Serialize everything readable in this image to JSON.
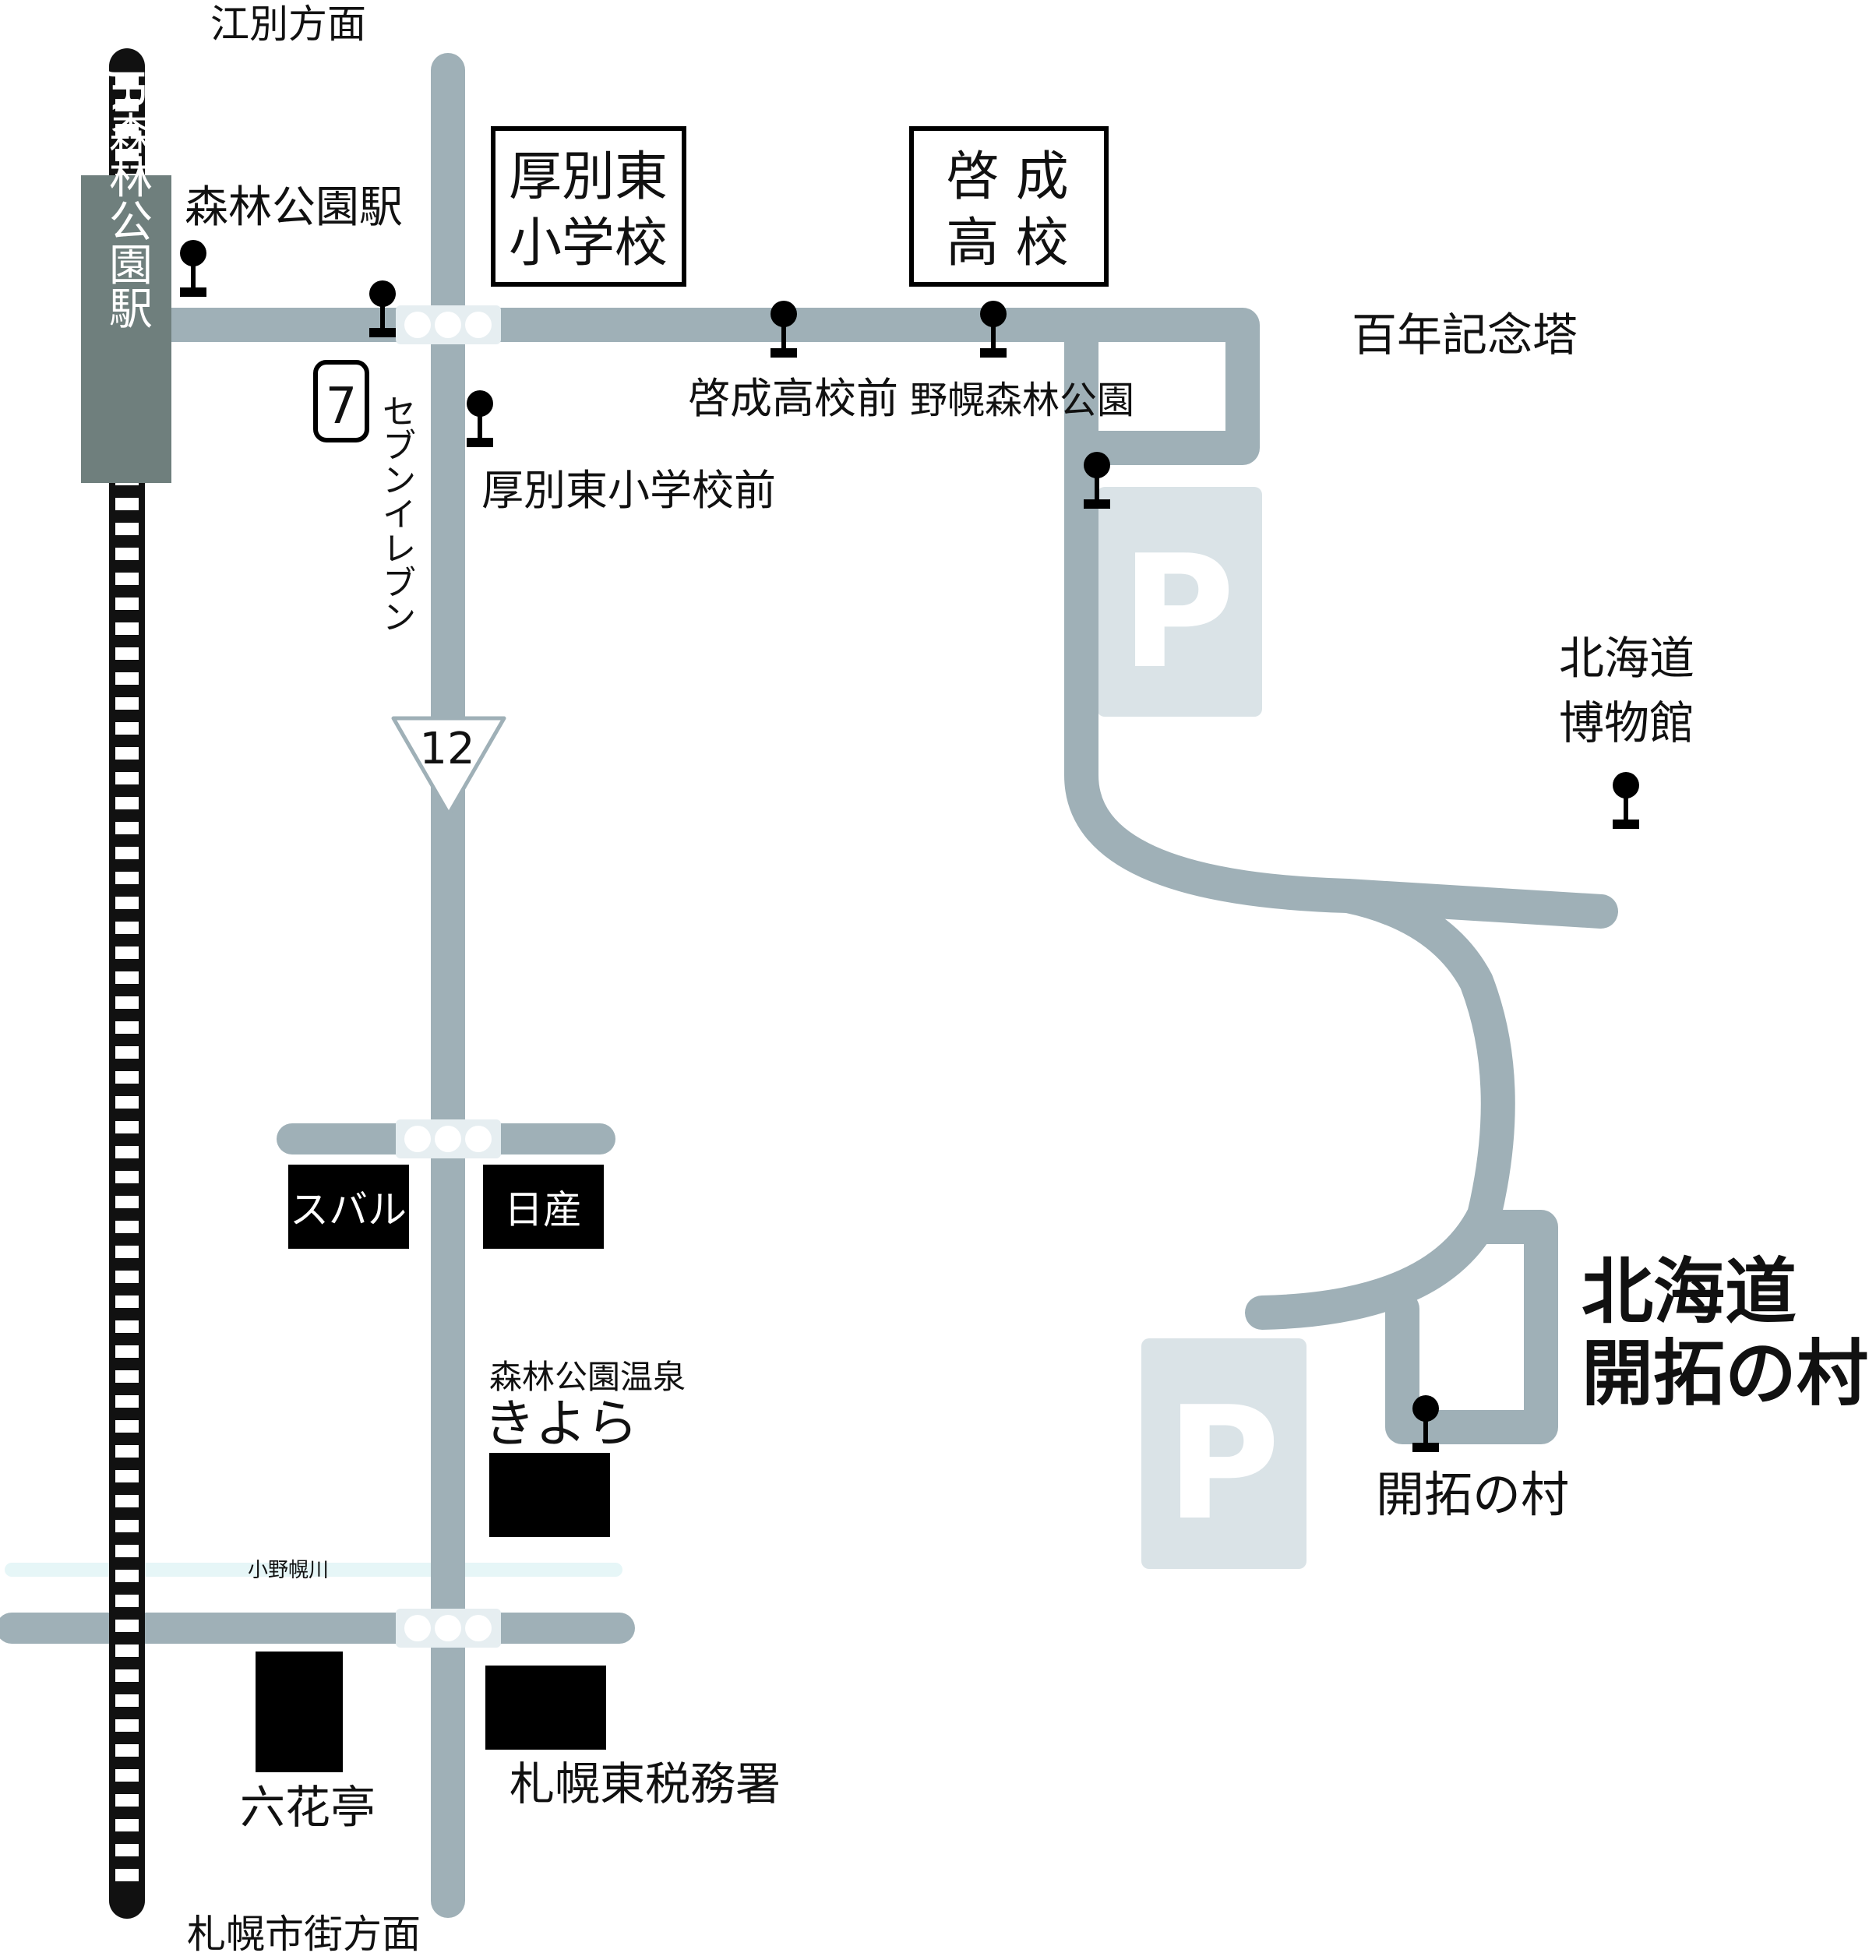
{
  "colors": {
    "road": "#9fb0b7",
    "rail_track": "#111111",
    "station_block": "#6f7f7d",
    "river": "#e6f6f7",
    "parking_bg": "#dae3e7",
    "building": "#000000",
    "signal_box": "#e6eef1"
  },
  "directions": {
    "north": "江別方面",
    "south": "札幌市街方面"
  },
  "station": {
    "label": "JR森林公園駅",
    "name": "森林公園駅"
  },
  "schools": {
    "atsubetsu_higashi": "厚別東\n小学校",
    "keisei": "啓 成\n高 校"
  },
  "bus_stops": {
    "atsubetsu_higashi": "厚別東小学校前",
    "keisei": "啓成高校前",
    "nopporo": "野幌森林公園",
    "kaitaku": "開拓の村"
  },
  "landmarks": {
    "hyakunen": "百年記念塔",
    "museum": "北海道\n博物館",
    "seven_eleven_label": "セブンイレブン",
    "seven_eleven_logo": "7",
    "subaru": "スバル",
    "nissan": "日産",
    "onsen_name": "森林公園温泉",
    "onsen_sub": "きよら",
    "rikkatei": "六花亭",
    "tax_office": "札幌東税務署",
    "river": "小野幌川",
    "destination": "北海道\n開拓の村"
  },
  "route": {
    "number": "12"
  },
  "icons": {
    "parking": "P",
    "bus_stop": "bus-stop-icon",
    "traffic_light": "traffic-light-icon"
  }
}
